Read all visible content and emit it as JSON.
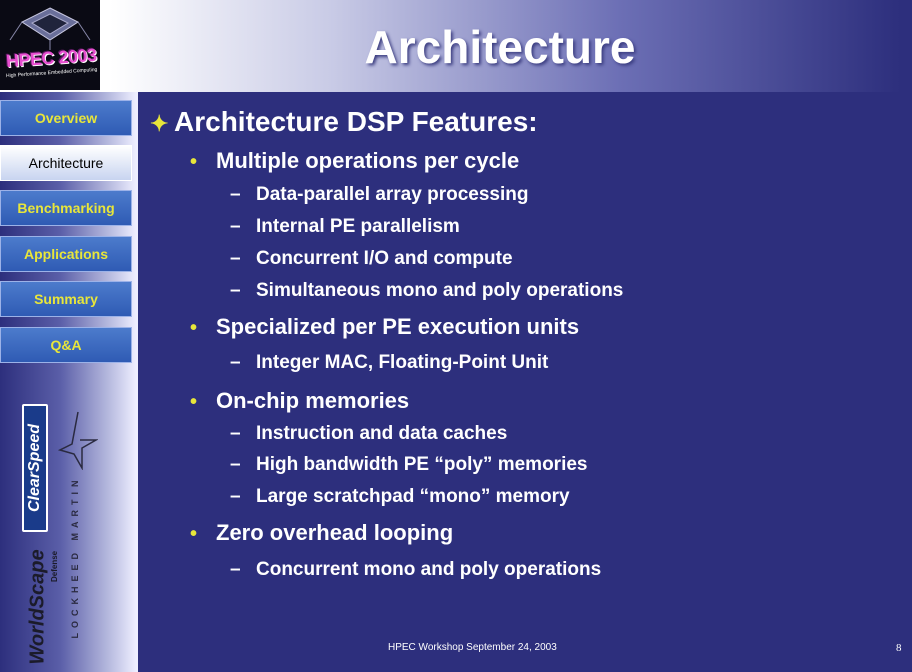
{
  "logo": {
    "text": "HPEC 2003",
    "subtitle": "High Performance Embedded Computing"
  },
  "title": "Architecture",
  "nav": [
    {
      "label": "Overview",
      "active": false
    },
    {
      "label": "Architecture",
      "active": true
    },
    {
      "label": "Benchmarking",
      "active": false
    },
    {
      "label": "Applications",
      "active": false
    },
    {
      "label": "Summary",
      "active": false
    },
    {
      "label": "Q&A",
      "active": false
    }
  ],
  "sidebar_logos": {
    "clearspeed": "ClearSpeed",
    "lockheed": "LOCKHEED MARTIN",
    "worldscape": "WorldScape",
    "worldscape_sub": "Defense"
  },
  "content": {
    "heading": "Architecture DSP Features:",
    "bullets": [
      {
        "text": "Multiple operations per cycle",
        "subs": [
          "Data-parallel array processing",
          "Internal PE parallelism",
          "Concurrent I/O and compute",
          "Simultaneous mono and poly operations"
        ]
      },
      {
        "text": "Specialized per PE execution units",
        "subs": [
          "Integer MAC, Floating-Point Unit"
        ]
      },
      {
        "text": "On-chip memories",
        "subs": [
          "Instruction and data caches",
          "High bandwidth PE “poly” memories",
          "Large scratchpad “mono” memory"
        ]
      },
      {
        "text": "Zero overhead looping",
        "subs": [
          "Concurrent mono and poly operations"
        ]
      }
    ]
  },
  "footer": "HPEC Workshop September 24, 2003",
  "page_number": "8",
  "colors": {
    "background": "#2d2f7d",
    "accent": "#e8e63a",
    "text": "#ffffff"
  }
}
